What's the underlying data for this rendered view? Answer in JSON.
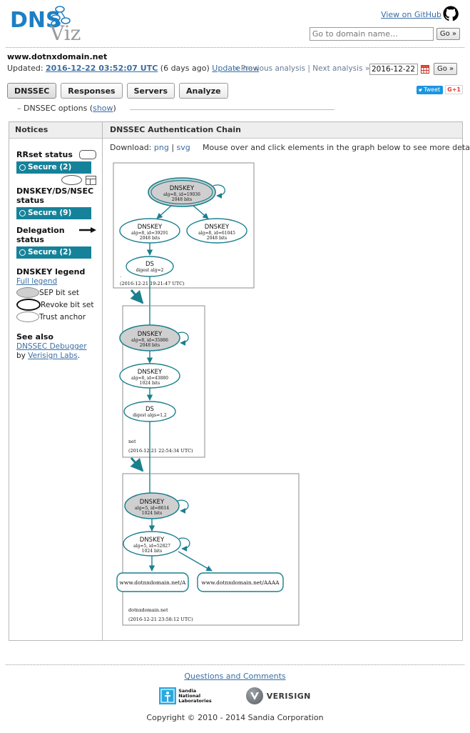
{
  "header": {
    "logo_primary": "DNS",
    "logo_secondary": "Viz",
    "github_link": "View on GitHub",
    "github_icon": "github-icon",
    "search_placeholder": "Go to domain name…",
    "search_value": "",
    "go_label": "Go »"
  },
  "domain": {
    "name": "www.dotnxdomain.net",
    "updated_label": "Updated:",
    "updated_date": "2016-12-22 03:52:07 UTC",
    "updated_ago": "(6 days ago)",
    "update_now": "Update now",
    "prev_analysis": "« Previous analysis",
    "separator": "|",
    "next_analysis": "Next analysis »",
    "analysis_date": "2016-12-22",
    "calendar_icon": "calendar-icon",
    "date_go_label": "Go »"
  },
  "tabs": [
    {
      "label": "DNSSEC",
      "active": true
    },
    {
      "label": "Responses",
      "active": false
    },
    {
      "label": "Servers",
      "active": false
    },
    {
      "label": "Analyze",
      "active": false
    }
  ],
  "social": {
    "tweet_label": "Tweet",
    "gplus_label": "G+1"
  },
  "options": {
    "dash": "–",
    "label": "DNSSEC options (",
    "show": "show",
    "close_paren": ")"
  },
  "panel": {
    "left_header": "Notices",
    "right_header": "DNSSEC Authentication Chain",
    "download_label": "Download:",
    "download_png": "png",
    "download_sep": "|",
    "download_svg": "svg",
    "mouse_hint": "Mouse over and click elements in the graph below to see more detail."
  },
  "notices": {
    "groups": [
      {
        "title": "RRset status",
        "status": "Secure (2)",
        "icon": "rrset-rounded-rect-icon"
      },
      {
        "title": "DNSKEY/DS/NSEC status",
        "status": "Secure (9)",
        "icon": "dnskey-ellipse-and-rect-icon"
      },
      {
        "title": "Delegation status",
        "status": "Secure (2)",
        "icon": "delegation-arrow-icon"
      }
    ],
    "legend_title": "DNSKEY legend",
    "legend_link": "Full legend",
    "legend_items": [
      {
        "label": "SEP bit set",
        "shape": "gray-filled-ellipse"
      },
      {
        "label": "Revoke bit set",
        "shape": "thick-border-ellipse"
      },
      {
        "label": "Trust anchor",
        "shape": "double-border-ellipse"
      }
    ],
    "seealso_title": "See also",
    "seealso_link": "DNSSEC Debugger",
    "seealso_by": " by ",
    "seealso_link2": "Verisign Labs",
    "seealso_period": "."
  },
  "colors": {
    "status_secure": "#16829a",
    "graph_stroke": "#1a7f8e",
    "sep_fill": "#d0d0d0",
    "link": "#3a6ea5"
  },
  "graph": {
    "clusters": [
      {
        "name": "root-zone",
        "label": ".",
        "timestamp": "(2016-12-21 19:21:47 UTC)",
        "nodes": [
          {
            "id": "root-ksk",
            "type": "DNSKEY",
            "line1": "DNSKEY",
            "line2": "alg=8, id=19036",
            "line3": "2048 bits",
            "sep": true,
            "trust_anchor": true,
            "self_loop": true
          },
          {
            "id": "root-zsk-39291",
            "type": "DNSKEY",
            "line1": "DNSKEY",
            "line2": "alg=8, id=39291",
            "line3": "2048 bits",
            "sep": false,
            "trust_anchor": false,
            "self_loop": false
          },
          {
            "id": "root-zsk-61045",
            "type": "DNSKEY",
            "line1": "DNSKEY",
            "line2": "alg=8, id=61045",
            "line3": "2048 bits",
            "sep": false,
            "trust_anchor": false,
            "self_loop": false
          },
          {
            "id": "root-ds",
            "type": "DS",
            "line1": "DS",
            "line2": "digest alg=2",
            "line3": "",
            "sep": false,
            "trust_anchor": false,
            "self_loop": false
          }
        ]
      },
      {
        "name": "net-zone",
        "label": "net",
        "timestamp": "(2016-12-21 22:54:34 UTC)",
        "nodes": [
          {
            "id": "net-ksk",
            "type": "DNSKEY",
            "line1": "DNSKEY",
            "line2": "alg=8, id=35886",
            "line3": "2048 bits",
            "sep": true,
            "trust_anchor": false,
            "self_loop": true
          },
          {
            "id": "net-zsk",
            "type": "DNSKEY",
            "line1": "DNSKEY",
            "line2": "alg=8, id=43880",
            "line3": "1024 bits",
            "sep": false,
            "trust_anchor": false,
            "self_loop": false
          },
          {
            "id": "net-ds",
            "type": "DS",
            "line1": "DS",
            "line2": "digest algs=1,2",
            "line3": "",
            "sep": false,
            "trust_anchor": false,
            "self_loop": false
          }
        ]
      },
      {
        "name": "dotnxdomain-zone",
        "label": "dotnxdomain.net",
        "timestamp": "(2016-12-21 23:58:12 UTC)",
        "nodes": [
          {
            "id": "dnx-ksk",
            "type": "DNSKEY",
            "line1": "DNSKEY",
            "line2": "alg=5, id=8614",
            "line3": "1024 bits",
            "sep": true,
            "trust_anchor": false,
            "self_loop": true
          },
          {
            "id": "dnx-zsk",
            "type": "DNSKEY",
            "line1": "DNSKEY",
            "line2": "alg=5, id=52827",
            "line3": "1024 bits",
            "sep": false,
            "trust_anchor": false,
            "self_loop": true
          },
          {
            "id": "rrset-a",
            "type": "RRset",
            "line1": "www.dotnxdomain.net/A",
            "line2": "",
            "line3": "",
            "sep": false,
            "trust_anchor": false,
            "self_loop": false
          },
          {
            "id": "rrset-aaaa",
            "type": "RRset",
            "line1": "www.dotnxdomain.net/AAAA",
            "line2": "",
            "line3": "",
            "sep": false,
            "trust_anchor": false,
            "self_loop": false
          }
        ]
      }
    ]
  },
  "footer": {
    "questions_link": "Questions and Comments",
    "sandia_line1": "Sandia",
    "sandia_line2": "National",
    "sandia_line3": "Laboratories",
    "verisign_label": "VERISIGN",
    "verisign_mark": "®",
    "copyright": "Copyright © 2010 - 2014 Sandia Corporation"
  }
}
